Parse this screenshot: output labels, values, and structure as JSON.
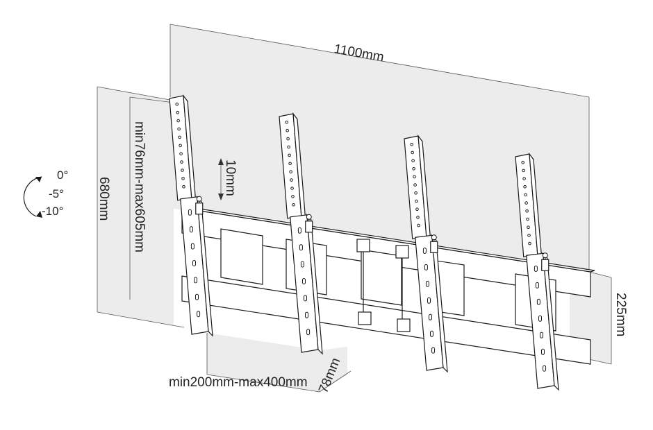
{
  "dimensions": {
    "overall_width": "1100mm",
    "overall_height": "680mm",
    "vertical_spacing": "min76mm-max605mm",
    "adjustment": "10mm",
    "rail_height": "225mm",
    "arm_depth": "78mm",
    "horizontal_spacing": "min200mm-max400mm"
  },
  "tilt": {
    "angles": [
      "0°",
      "-5°",
      "-10°"
    ]
  },
  "colors": {
    "line": "#1a1a1a",
    "dimension_face": "#ececec"
  }
}
